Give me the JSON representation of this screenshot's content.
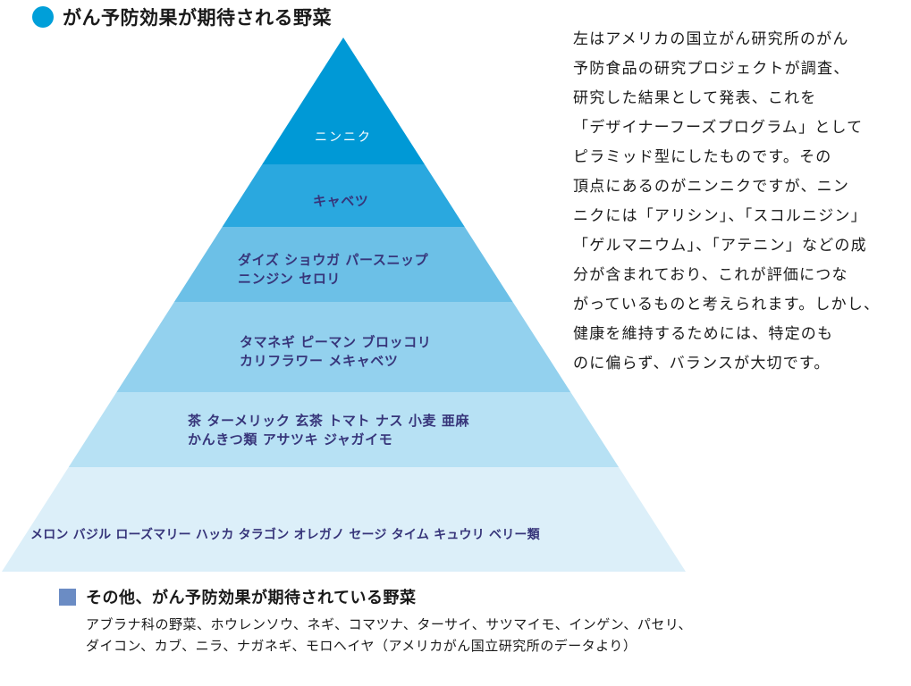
{
  "title": "がん予防効果が期待される野菜",
  "pyramid": {
    "tiers": [
      {
        "lines": [
          "ニンニク"
        ],
        "color": "#0099d6"
      },
      {
        "lines": [
          "キャベツ"
        ],
        "color": "#2aa8df"
      },
      {
        "lines": [
          "ダイズ ショウガ パースニップ",
          "ニンジン セロリ"
        ],
        "color": "#6cc0e7"
      },
      {
        "lines": [
          "タマネギ ピーマン ブロッコリ",
          "カリフラワー メキャベツ"
        ],
        "color": "#93d1ee"
      },
      {
        "lines": [
          "茶 ターメリック 玄茶 トマト ナス 小麦 亜麻",
          "かんきつ類 アサツキ ジャガイモ"
        ],
        "color": "#b7e1f4"
      },
      {
        "lines": [
          "メロン バジル ローズマリー ハッカ タラゴン オレガノ セージ タイム キュウリ ベリー類"
        ],
        "color": "#dceff9"
      }
    ]
  },
  "description": [
    "左はアメリカの国立がん研究所のがん",
    "予防食品の研究プロジェクトが調査、",
    "研究した結果として発表、これを",
    "「デザイナーフーズプログラム」として",
    "ピラミッド型にしたものです。その",
    "頂点にあるのがニンニクですが、ニン",
    "ニクには「アリシン」、「スコルニジン」",
    "「ゲルマニウム」、「アテニン」などの成",
    "分が含まれており、これが評価につな",
    "がっているものと考えられます。しかし、",
    "健康を維持するためには、特定のも",
    "のに偏らず、バランスが大切です。"
  ],
  "other": {
    "title": "その他、がん予防効果が期待されている野菜",
    "lines": [
      "アブラナ科の野菜、ホウレンソウ、ネギ、コマツナ、ターサイ、サツマイモ、インゲン、パセリ、",
      "ダイコン、カブ、ニラ、ナガネギ、モロヘイヤ（アメリカがん国立研究所のデータより）"
    ]
  }
}
